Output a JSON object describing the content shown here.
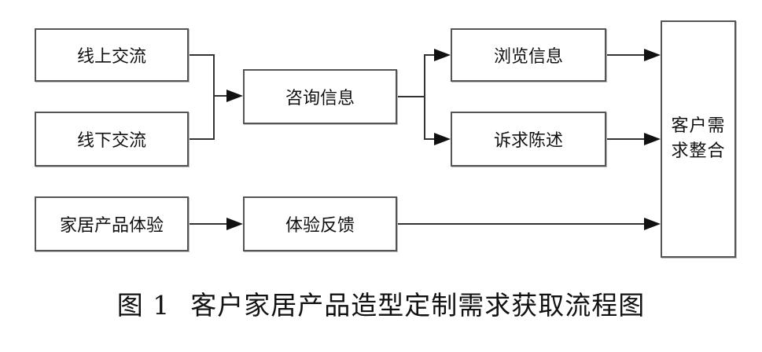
{
  "nodes": {
    "online": "线上交流",
    "offline": "线下交流",
    "consult": "咨询信息",
    "browse": "浏览信息",
    "appeal": "诉求陈述",
    "experience": "家居产品体验",
    "feedback": "体验反馈",
    "integration": "客户需求整合"
  },
  "caption": {
    "number": "图 1",
    "title": "客户家居产品造型定制需求获取流程图"
  }
}
